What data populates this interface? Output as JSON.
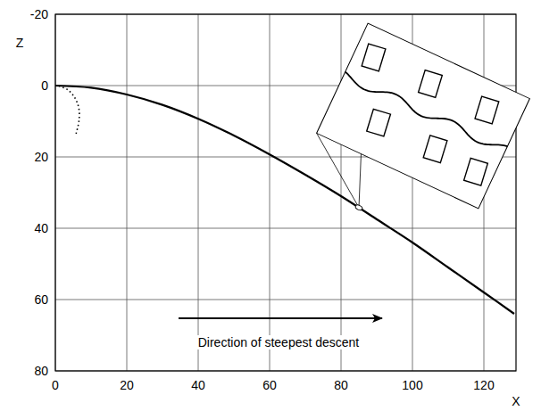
{
  "diagram": {
    "labels": [
      "-20",
      "0",
      "20",
      "40",
      "60",
      "80",
      "Z",
      "0",
      "20",
      "40",
      "60",
      "80",
      "100",
      "120",
      "Direction of steepest descent",
      "X"
    ]
  }
}
